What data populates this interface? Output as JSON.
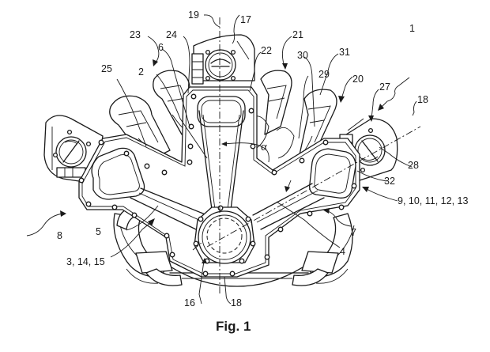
{
  "figure": {
    "caption": "Fig. 1",
    "subject": "V-engine intake manifold arrangement, front view",
    "angle_symbol": "α"
  },
  "reference_labels": {
    "r1": "1",
    "r2": "2",
    "r3_14_15": "3, 14, 15",
    "r4": "4",
    "r5": "5",
    "r6": "6",
    "r7": "7",
    "r8": "8",
    "r9_13": "9, 10, 11, 12, 13",
    "r16": "16",
    "r17": "17",
    "r18_axis": "18",
    "r18_bottom": "18",
    "r19": "19",
    "r20": "20",
    "r21": "21",
    "r22": "22",
    "r23": "23",
    "r24": "24",
    "r25": "25",
    "r27": "27",
    "r28": "28",
    "r29": "29",
    "r30": "30",
    "r31": "31",
    "r32": "32"
  }
}
